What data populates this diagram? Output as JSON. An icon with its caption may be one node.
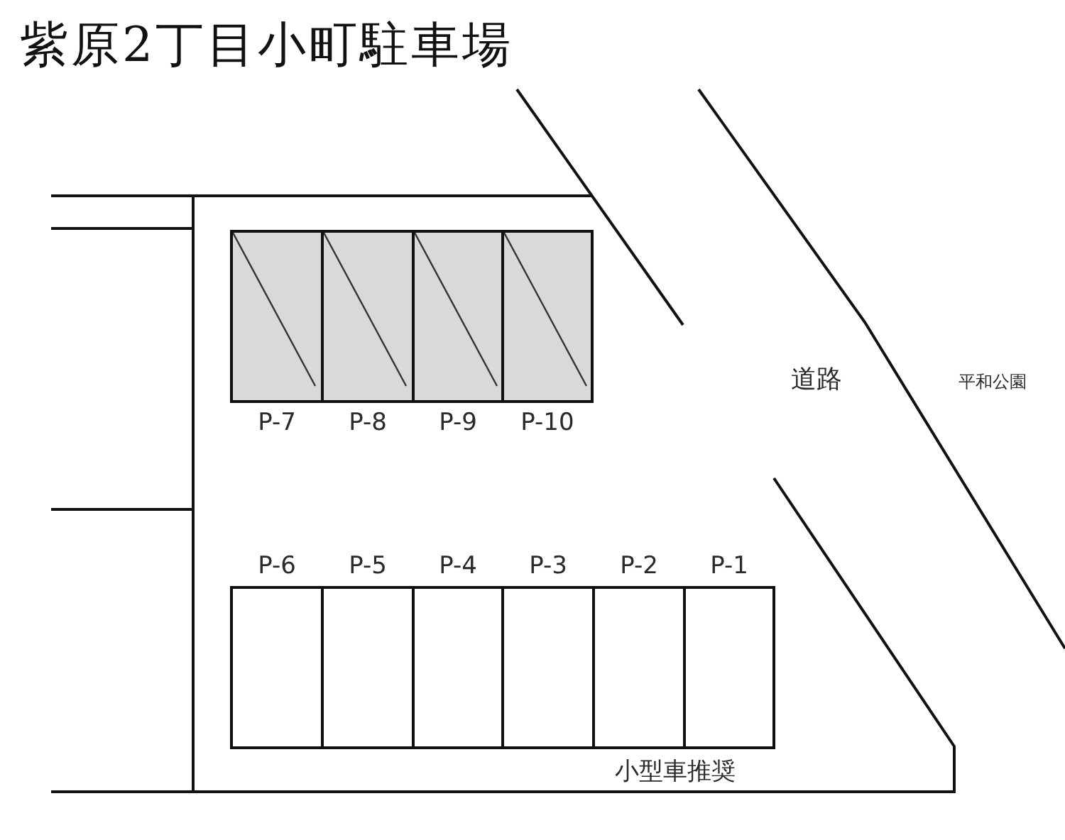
{
  "diagram": {
    "title": "紫原2丁目小町駐車場",
    "nodes": [
      {
        "text": [
          "P-7"
        ]
      },
      {
        "text": [
          "P-8"
        ]
      },
      {
        "text": [
          "P-9"
        ]
      },
      {
        "text": [
          "P-10"
        ]
      },
      {
        "text": [
          "P-6"
        ]
      },
      {
        "text": [
          "P-5"
        ]
      },
      {
        "text": [
          "P-4"
        ]
      },
      {
        "text": [
          "P-3"
        ]
      },
      {
        "text": [
          "P-2"
        ]
      },
      {
        "text": [
          "P-1"
        ]
      }
    ],
    "labels": [
      "道路",
      "平和公園",
      "小型車推奨"
    ]
  }
}
